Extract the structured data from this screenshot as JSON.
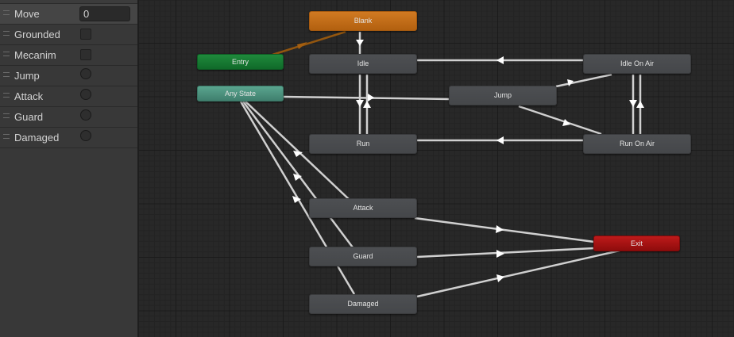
{
  "parameters": [
    {
      "name": "Move",
      "type": "float",
      "value": "0"
    },
    {
      "name": "Grounded",
      "type": "bool",
      "value": false
    },
    {
      "name": "Mecanim",
      "type": "bool",
      "value": false
    },
    {
      "name": "Jump",
      "type": "trigger",
      "value": false
    },
    {
      "name": "Attack",
      "type": "trigger",
      "value": false
    },
    {
      "name": "Guard",
      "type": "trigger",
      "value": false
    },
    {
      "name": "Damaged",
      "type": "trigger",
      "value": false
    }
  ],
  "graph": {
    "nodes": {
      "blank": {
        "label": "Blank",
        "kind": "default"
      },
      "entry": {
        "label": "Entry",
        "kind": "entry"
      },
      "any_state": {
        "label": "Any State",
        "kind": "any"
      },
      "idle": {
        "label": "Idle",
        "kind": "state"
      },
      "run": {
        "label": "Run",
        "kind": "state"
      },
      "jump": {
        "label": "Jump",
        "kind": "state"
      },
      "idle_on_air": {
        "label": "Idle On Air",
        "kind": "state"
      },
      "run_on_air": {
        "label": "Run On Air",
        "kind": "state"
      },
      "attack": {
        "label": "Attack",
        "kind": "state"
      },
      "guard": {
        "label": "Guard",
        "kind": "state"
      },
      "damaged": {
        "label": "Damaged",
        "kind": "state"
      },
      "exit": {
        "label": "Exit",
        "kind": "exit"
      }
    },
    "transitions": [
      {
        "from": "Entry",
        "to": "Blank",
        "default": true
      },
      {
        "from": "Blank",
        "to": "Idle"
      },
      {
        "from": "Idle",
        "to": "Run"
      },
      {
        "from": "Run",
        "to": "Idle"
      },
      {
        "from": "Any State",
        "to": "Jump"
      },
      {
        "from": "Idle On Air",
        "to": "Idle"
      },
      {
        "from": "Run On Air",
        "to": "Run"
      },
      {
        "from": "Idle On Air",
        "to": "Run On Air"
      },
      {
        "from": "Run On Air",
        "to": "Idle On Air"
      },
      {
        "from": "Jump",
        "to": "Idle On Air"
      },
      {
        "from": "Jump",
        "to": "Run On Air"
      },
      {
        "from": "Any State",
        "to": "Attack"
      },
      {
        "from": "Any State",
        "to": "Guard"
      },
      {
        "from": "Any State",
        "to": "Damaged"
      },
      {
        "from": "Attack",
        "to": "Exit"
      },
      {
        "from": "Guard",
        "to": "Exit"
      },
      {
        "from": "Damaged",
        "to": "Exit"
      }
    ]
  },
  "colors": {
    "default_state": "#c8701a",
    "entry": "#17803a",
    "any_state": "#4f9683",
    "exit": "#a81414",
    "state": "#4a4c4f",
    "default_transition": "#9a5a10",
    "transition": "#c8c8c8"
  }
}
